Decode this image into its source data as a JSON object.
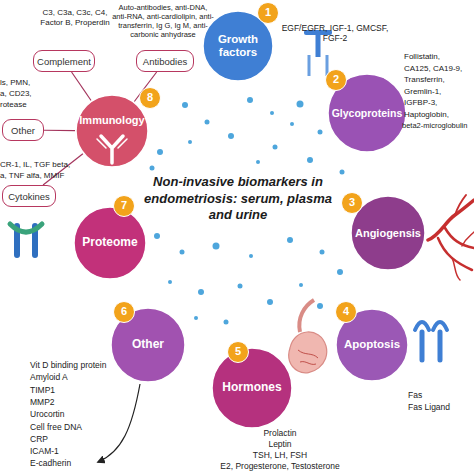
{
  "diagram": {
    "title": "Non-invasive biomarkers in endometriosis: serum, plasma and urine",
    "nodes": [
      {
        "text": [
          "Growth factors"
        ]
      },
      {
        "text": [
          "Glycoproteins"
        ]
      },
      {
        "text": [
          "Angiogensis"
        ]
      },
      {
        "text": [
          "Apoptosis"
        ]
      },
      {
        "text": [
          "Hormones"
        ]
      },
      {
        "text": [
          "Other"
        ]
      },
      {
        "text": [
          "Proteome"
        ]
      },
      {
        "text": [
          "Immunology"
        ]
      },
      {
        "text": [
          "Complement"
        ]
      },
      {
        "text": [
          "Antibodies"
        ]
      },
      {
        "text": [
          "Other"
        ]
      },
      {
        "text": [
          "Cytokines"
        ]
      }
    ],
    "edges": [
      {
        "from": 7,
        "to": 8,
        "arrow": "none"
      },
      {
        "from": 7,
        "to": 9,
        "arrow": "none"
      },
      {
        "from": 7,
        "to": 10,
        "arrow": "none"
      },
      {
        "from": 7,
        "to": 11,
        "arrow": "none"
      }
    ],
    "labels": [
      "1",
      "EGF/EGFR, IGF-1, GMCSF, FGF-2",
      "2",
      "Follistatin,",
      "CA125, CA19-9,",
      "Transferrin,",
      "Gremlin-1,",
      "IGFBP-3,",
      "Haptoglobin,",
      "beta2-microglobulin",
      "3",
      "4",
      "Fas",
      "Fas Ligand",
      "5",
      "Prolactin",
      "Leptin",
      "TSH, LH, FSH",
      "E2, Progesterone, Testosterone",
      "6",
      "Vit D binding protein",
      "Amyloid A",
      "TIMP1",
      "MMP2",
      "Urocortin",
      "Cell free DNA",
      "CRP",
      "ICAM-1",
      "E-cadherin",
      "7",
      "8",
      "C3, C3a, C3c, C4, Factor B, Properdin",
      "Auto-antibodies, anti-DNA, anti-RNA, anti-cardiolipin, anti-transferrin, Ig G, Ig M, anti-carbonic anhydrase",
      "ls, PMN,",
      "a, CD23,",
      "rotease",
      "CR-1, IL, TGF beta,",
      "a, TNF alfa, MMIF"
    ]
  }
}
